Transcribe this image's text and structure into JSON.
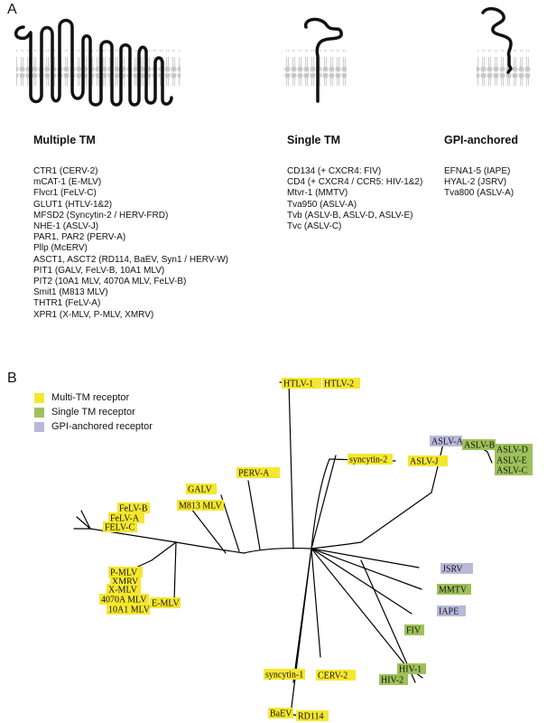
{
  "panel_a": {
    "letter": "A",
    "columns": [
      {
        "title": "Multiple TM",
        "items": [
          "CTR1 (CERV-2)",
          "mCAT-1 (E-MLV)",
          "Flvcr1 (FeLV-C)",
          "GLUT1 (HTLV-1&2)",
          "MFSD2 (Syncytin-2 / HERV-FRD)",
          "NHE-1 (ASLV-J)",
          "PAR1, PAR2 (PERV-A)",
          "Pllp (McERV)",
          "ASCT1, ASCT2 (RD114, BaEV, Syn1 / HERV-W)",
          "PIT1 (GALV, FeLV-B, 10A1 MLV)",
          "PIT2 (10A1 MLV, 4070A MLV, FeLV-B)",
          "Smit1 (M813 MLV)",
          "THTR1 (FeLV-A)",
          "XPR1 (X-MLV, P-MLV, XMRV)"
        ]
      },
      {
        "title": "Single TM",
        "items": [
          "CD134 (+ CXCR4: FIV)",
          "CD4 (+ CXCR4 / CCR5: HIV-1&2)",
          "Mtvr-1 (MMTV)",
          "Tva950 (ASLV-A)",
          "Tvb (ASLV-B, ASLV-D, ASLV-E)",
          "Tvc (ASLV-C)"
        ]
      },
      {
        "title": "GPI-anchored",
        "items": [
          "EFNA1-5 (IAPE)",
          "HYAL-2 (JSRV)",
          "Tva800 (ASLV-A)"
        ]
      }
    ]
  },
  "panel_b": {
    "letter": "B",
    "legend": [
      {
        "label": "Multi-TM receptor",
        "color": "#f5e72f"
      },
      {
        "label": "Single TM receptor",
        "color": "#9dc15a"
      },
      {
        "label": "GPI-anchored receptor",
        "color": "#b9b9dc"
      }
    ],
    "leaves": [
      {
        "label": "HTLV-1",
        "group": 0
      },
      {
        "label": "HTLV-2",
        "group": 0
      },
      {
        "label": "syncytin-2",
        "group": 0
      },
      {
        "label": "ASLV-J",
        "group": 0
      },
      {
        "label": "ASLV-A",
        "group": 2
      },
      {
        "label": "ASLV-B",
        "group": 1
      },
      {
        "label": "ASLV-D",
        "group": 1
      },
      {
        "label": "ASLV-E",
        "group": 1
      },
      {
        "label": "ASLV-C",
        "group": 1
      },
      {
        "label": "PERV-A",
        "group": 0
      },
      {
        "label": "GALV",
        "group": 0
      },
      {
        "label": "M813 MLV",
        "group": 0
      },
      {
        "label": "FeLV-B",
        "group": 0
      },
      {
        "label": "FeLV-A",
        "group": 0
      },
      {
        "label": "FELV-C",
        "group": 0
      },
      {
        "label": "P-MLV",
        "group": 0
      },
      {
        "label": "XMRV",
        "group": 0
      },
      {
        "label": "X-MLV",
        "group": 0
      },
      {
        "label": "4070A MLV",
        "group": 0
      },
      {
        "label": "10A1 MLV",
        "group": 0
      },
      {
        "label": "E-MLV",
        "group": 0
      },
      {
        "label": "JSRV",
        "group": 2
      },
      {
        "label": "MMTV",
        "group": 1
      },
      {
        "label": "IAPE",
        "group": 2
      },
      {
        "label": "FIV",
        "group": 1
      },
      {
        "label": "HIV-1",
        "group": 1
      },
      {
        "label": "HIV-2",
        "group": 1
      },
      {
        "label": "CERV-2",
        "group": 0
      },
      {
        "label": "syncytin-1",
        "group": 0
      },
      {
        "label": "BaEV",
        "group": 0
      },
      {
        "label": "RD114",
        "group": 0
      }
    ]
  }
}
